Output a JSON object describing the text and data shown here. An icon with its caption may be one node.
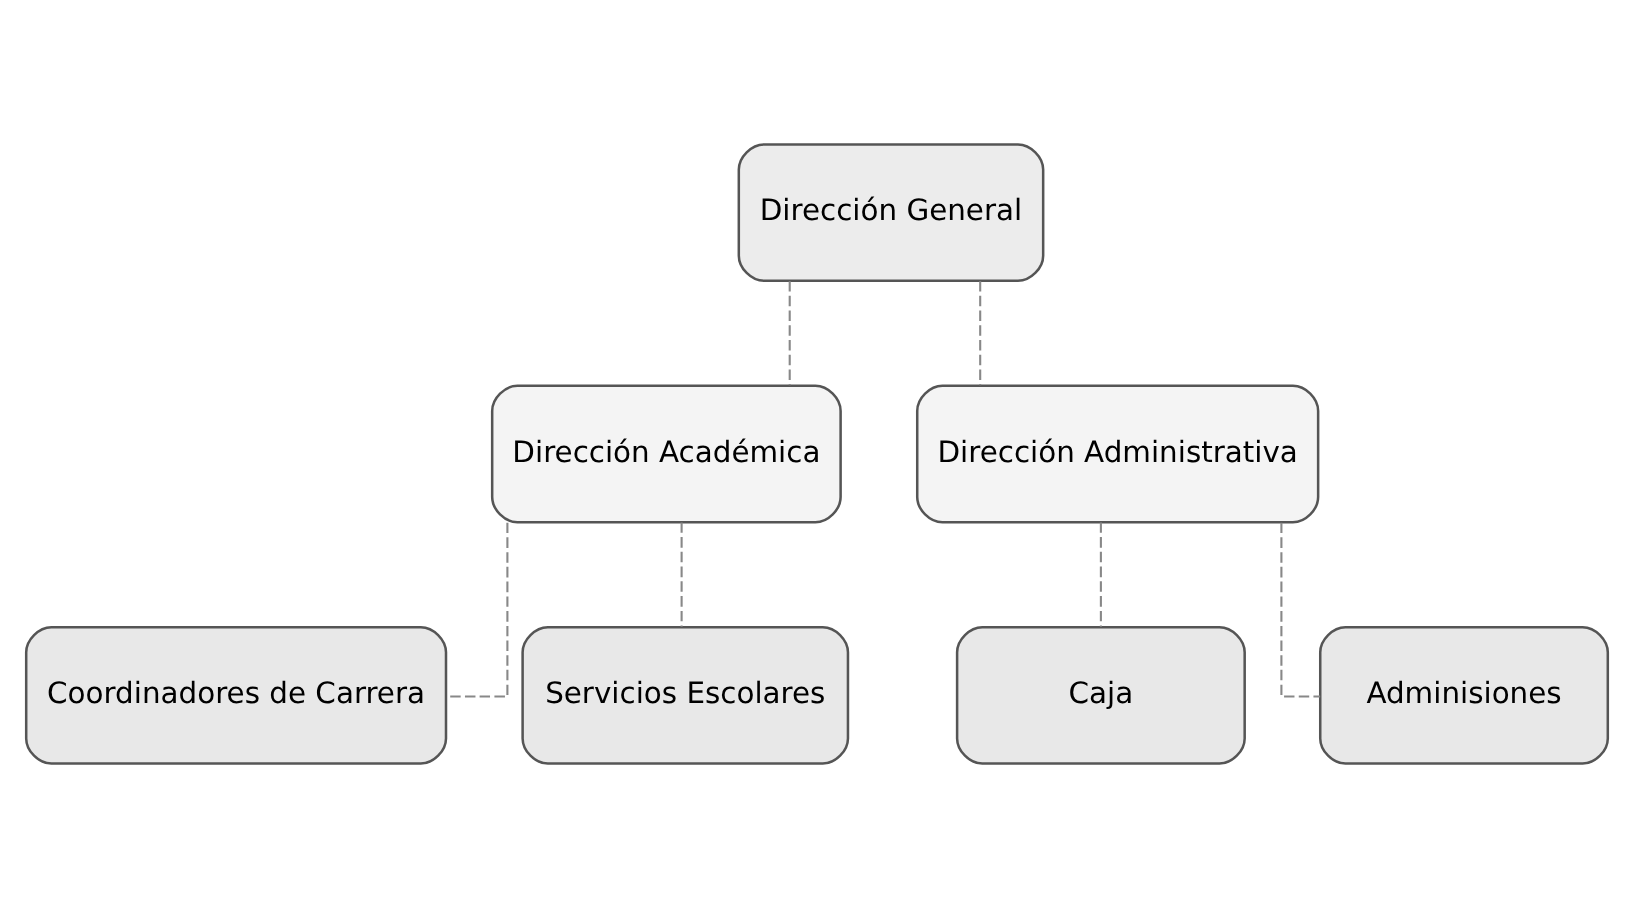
{
  "diagram": {
    "nodes": [
      {
        "text": [
          "Dirección General"
        ]
      },
      {
        "text": [
          "Dirección Académica"
        ]
      },
      {
        "text": [
          "Dirección Administrativa"
        ]
      },
      {
        "text": [
          "Coordinadores de Carrera"
        ]
      },
      {
        "text": [
          "Servicios Escolares"
        ]
      },
      {
        "text": [
          "Caja"
        ]
      },
      {
        "text": [
          "Adminisiones"
        ]
      }
    ],
    "edges": [
      {
        "from": 0,
        "to": 1,
        "arrow": "none",
        "style": "dashed"
      },
      {
        "from": 0,
        "to": 2,
        "arrow": "none",
        "style": "dashed"
      },
      {
        "from": 1,
        "to": 3,
        "arrow": "none",
        "style": "dashed"
      },
      {
        "from": 1,
        "to": 4,
        "arrow": "none",
        "style": "dashed"
      },
      {
        "from": 2,
        "to": 5,
        "arrow": "none",
        "style": "dashed"
      },
      {
        "from": 2,
        "to": 6,
        "arrow": "none",
        "style": "dashed"
      }
    ]
  }
}
